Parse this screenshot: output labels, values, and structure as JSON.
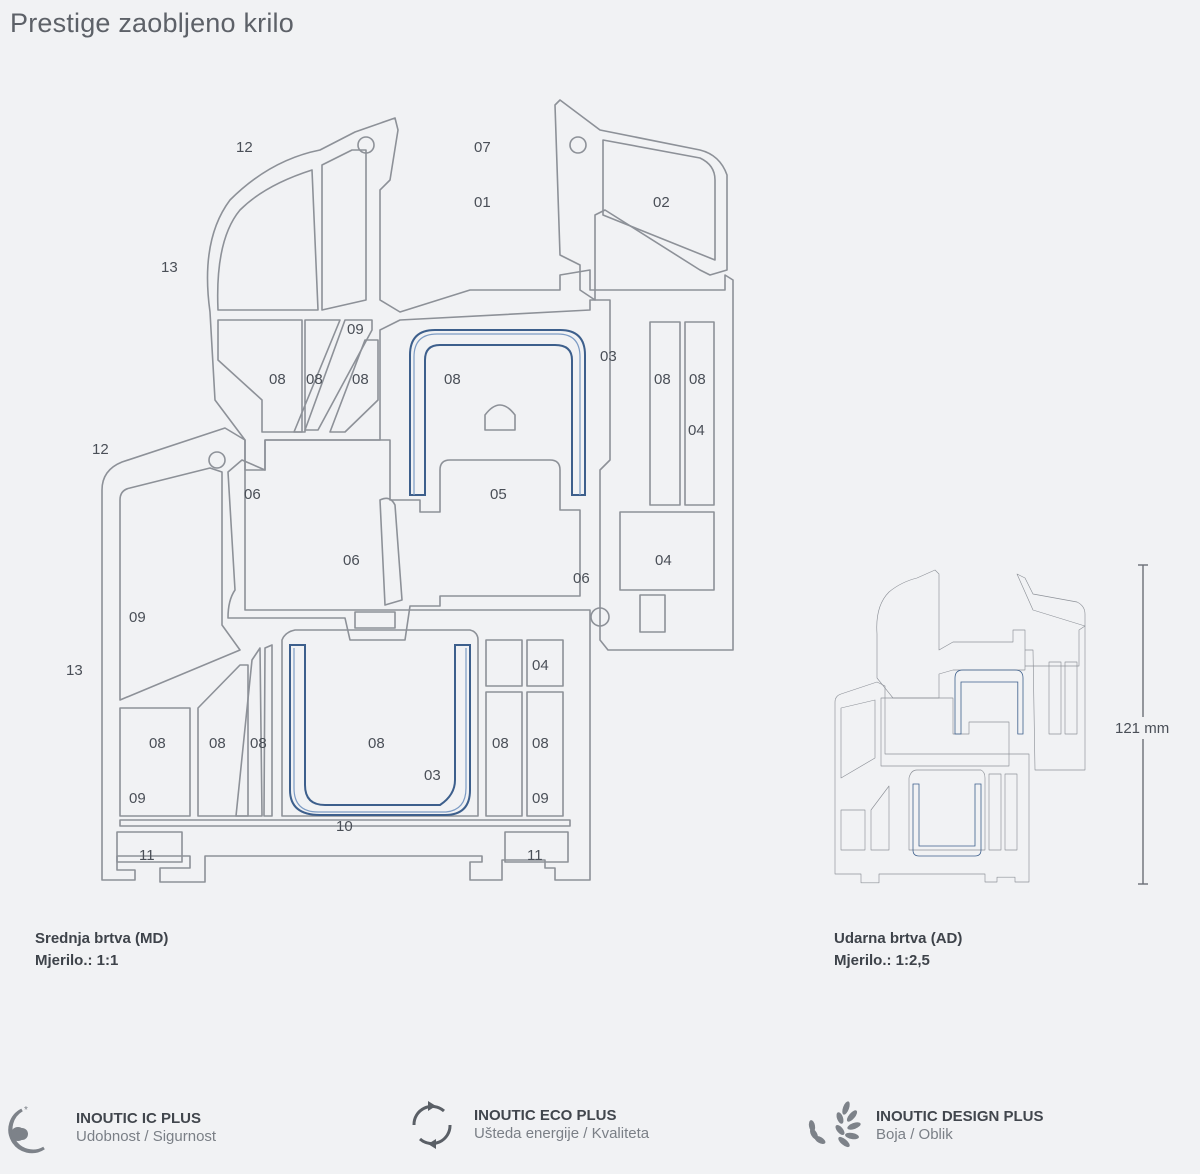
{
  "title": "Prestige zaobljeno krilo",
  "diagram": {
    "labels": [
      "07",
      "01",
      "02",
      "12",
      "13",
      "09",
      "08",
      "08",
      "08",
      "03",
      "08",
      "08",
      "08",
      "04",
      "12",
      "06",
      "05",
      "06",
      "04",
      "06",
      "09",
      "13",
      "04",
      "08",
      "08",
      "08",
      "08",
      "08",
      "08",
      "03",
      "09",
      "09",
      "10",
      "11",
      "11"
    ],
    "dimension": "121 mm"
  },
  "captions": {
    "left": {
      "name": "Srednja brtva (MD)",
      "scale": "Mjerilo.: 1:1"
    },
    "right": {
      "name": "Udarna brtva (AD)",
      "scale": "Mjerilo.: 1:2,5"
    }
  },
  "features": [
    {
      "icon": "moon-star-icon",
      "name": "INOUTIC IC PLUS",
      "sub": "Udobnost / Sigurnost"
    },
    {
      "icon": "cycle-arrows-icon",
      "name": "INOUTIC ECO PLUS",
      "sub": "Ušteda energije / Kvaliteta"
    },
    {
      "icon": "laurel-icon",
      "name": "INOUTIC DESIGN PLUS",
      "sub": "Boja / Oblik"
    }
  ]
}
